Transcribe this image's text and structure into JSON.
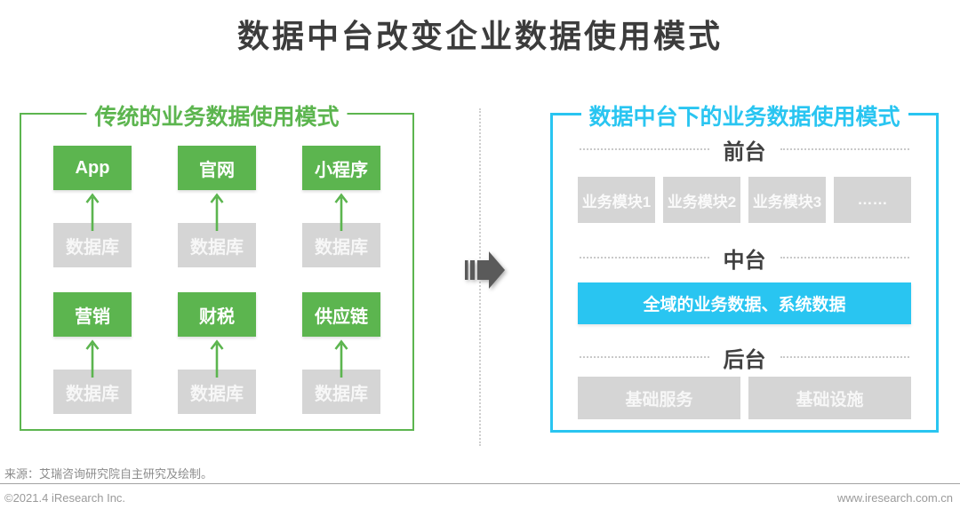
{
  "title": "数据中台改变企业数据使用模式",
  "colors": {
    "green": "#5cb54f",
    "cyan": "#29c5f1",
    "gray_box": "#d5d5d5",
    "heading": "#3c3c3c"
  },
  "left_panel": {
    "title": "传统的业务数据使用模式",
    "columns": [
      {
        "app": "App",
        "db": "数据库"
      },
      {
        "app": "官网",
        "db": "数据库"
      },
      {
        "app": "小程序",
        "db": "数据库"
      },
      {
        "app": "营销",
        "db": "数据库"
      },
      {
        "app": "财税",
        "db": "数据库"
      },
      {
        "app": "供应链",
        "db": "数据库"
      }
    ]
  },
  "right_panel": {
    "title": "数据中台下的业务数据使用模式",
    "front": {
      "label": "前台",
      "modules": [
        "业务模块1",
        "业务模块2",
        "业务模块3",
        "……"
      ]
    },
    "middle": {
      "label": "中台",
      "box": "全域的业务数据、系统数据"
    },
    "back": {
      "label": "后台",
      "boxes": [
        "基础服务",
        "基础设施"
      ]
    }
  },
  "icons": {
    "transform_arrow": "striped-right-arrow",
    "flow_arrow": "up-arrow"
  },
  "footer": {
    "source": "来源：艾瑞咨询研究院自主研究及绘制。",
    "copyright": "©2021.4 iResearch Inc.",
    "website": "www.iresearch.com.cn"
  }
}
